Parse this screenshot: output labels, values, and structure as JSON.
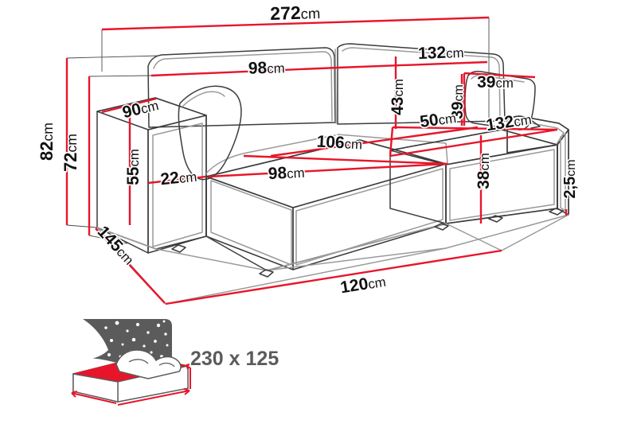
{
  "diagram": {
    "title": "Corner sofa bed dimension diagram",
    "colors": {
      "dimension_line": "#e8152a",
      "outline_dark": "#3c3c3c",
      "outline_light": "#9a9a9a",
      "text": "#111111",
      "bed_label_text": "#5b5b5b",
      "bed_icon_dark": "#5b5b5b",
      "bed_icon_red": "#e8152a",
      "background": "#ffffff"
    },
    "unit_suffix": "cm"
  },
  "dimensions": {
    "total_width": {
      "value": "272",
      "unit": "cm",
      "label": "272cm"
    },
    "total_height": {
      "value": "82",
      "unit": "cm",
      "label": "82cm"
    },
    "back_height": {
      "value": "72",
      "unit": "cm",
      "label": "72cm"
    },
    "arm_height": {
      "value": "55",
      "unit": "cm",
      "label": "55cm"
    },
    "arm_depth": {
      "value": "90",
      "unit": "cm",
      "label": "90cm"
    },
    "arm_width": {
      "value": "22",
      "unit": "cm",
      "label": "22cm"
    },
    "sofa_depth": {
      "value": "145",
      "unit": "cm",
      "label": "145cm"
    },
    "left_back_width": {
      "value": "98",
      "unit": "cm",
      "label": "98cm"
    },
    "right_back_width": {
      "value": "132",
      "unit": "cm",
      "label": "132cm"
    },
    "back_cushion_height": {
      "value": "43",
      "unit": "cm",
      "label": "43cm"
    },
    "cushion_height": {
      "value": "39",
      "unit": "cm",
      "label": "39cm"
    },
    "cushion_width": {
      "value": "39",
      "unit": "cm",
      "label": "39cm"
    },
    "seat_depth_back": {
      "value": "50",
      "unit": "cm",
      "label": "50cm"
    },
    "chaise_length": {
      "value": "106",
      "unit": "cm",
      "label": "106cm"
    },
    "chaise_width": {
      "value": "98",
      "unit": "cm",
      "label": "98cm"
    },
    "seat_width_right": {
      "value": "132",
      "unit": "cm",
      "label": "132cm"
    },
    "seat_height": {
      "value": "38",
      "unit": "cm",
      "label": "38cm"
    },
    "leg_height": {
      "value": "2,5",
      "unit": "cm",
      "label": "2,5cm"
    },
    "chaise_depth": {
      "value": "120",
      "unit": "cm",
      "label": "120cm"
    }
  },
  "bed_icon": {
    "label": "230 x 125",
    "sleeping_area_width": "230",
    "sleeping_area_length": "125"
  }
}
